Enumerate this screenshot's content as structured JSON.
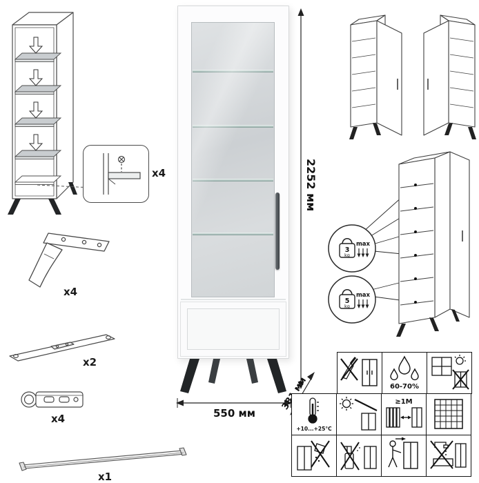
{
  "parts": {
    "shelf_support": {
      "qty": "x4"
    },
    "leg": {
      "qty": "x4"
    },
    "rail": {
      "qty": "x2"
    },
    "hinge": {
      "qty": "x4"
    },
    "handle": {
      "qty": "x1"
    }
  },
  "dimensions": {
    "height": "2252 мм",
    "width": "550 мм",
    "depth": "381 мм"
  },
  "load_limits": {
    "glass_shelf": {
      "value": "3",
      "unit": "kg",
      "max_label": "max"
    },
    "bottom_shelf": {
      "value": "5",
      "unit": "kg",
      "max_label": "max"
    }
  },
  "care": {
    "humidity": "60-70%",
    "temperature": "+10...+25°C",
    "min_distance": "≥1M"
  },
  "icons": [
    "no-cutting-icon",
    "humidity-icon",
    "no-direct-sun-icon",
    "temperature-range-icon",
    "shade-from-sun-icon",
    "heater-distance-icon",
    "ventilation-grid-icon",
    "no-liquids-icon",
    "no-chemicals-icon",
    "move-carefully-icon",
    "no-washing-icon"
  ]
}
